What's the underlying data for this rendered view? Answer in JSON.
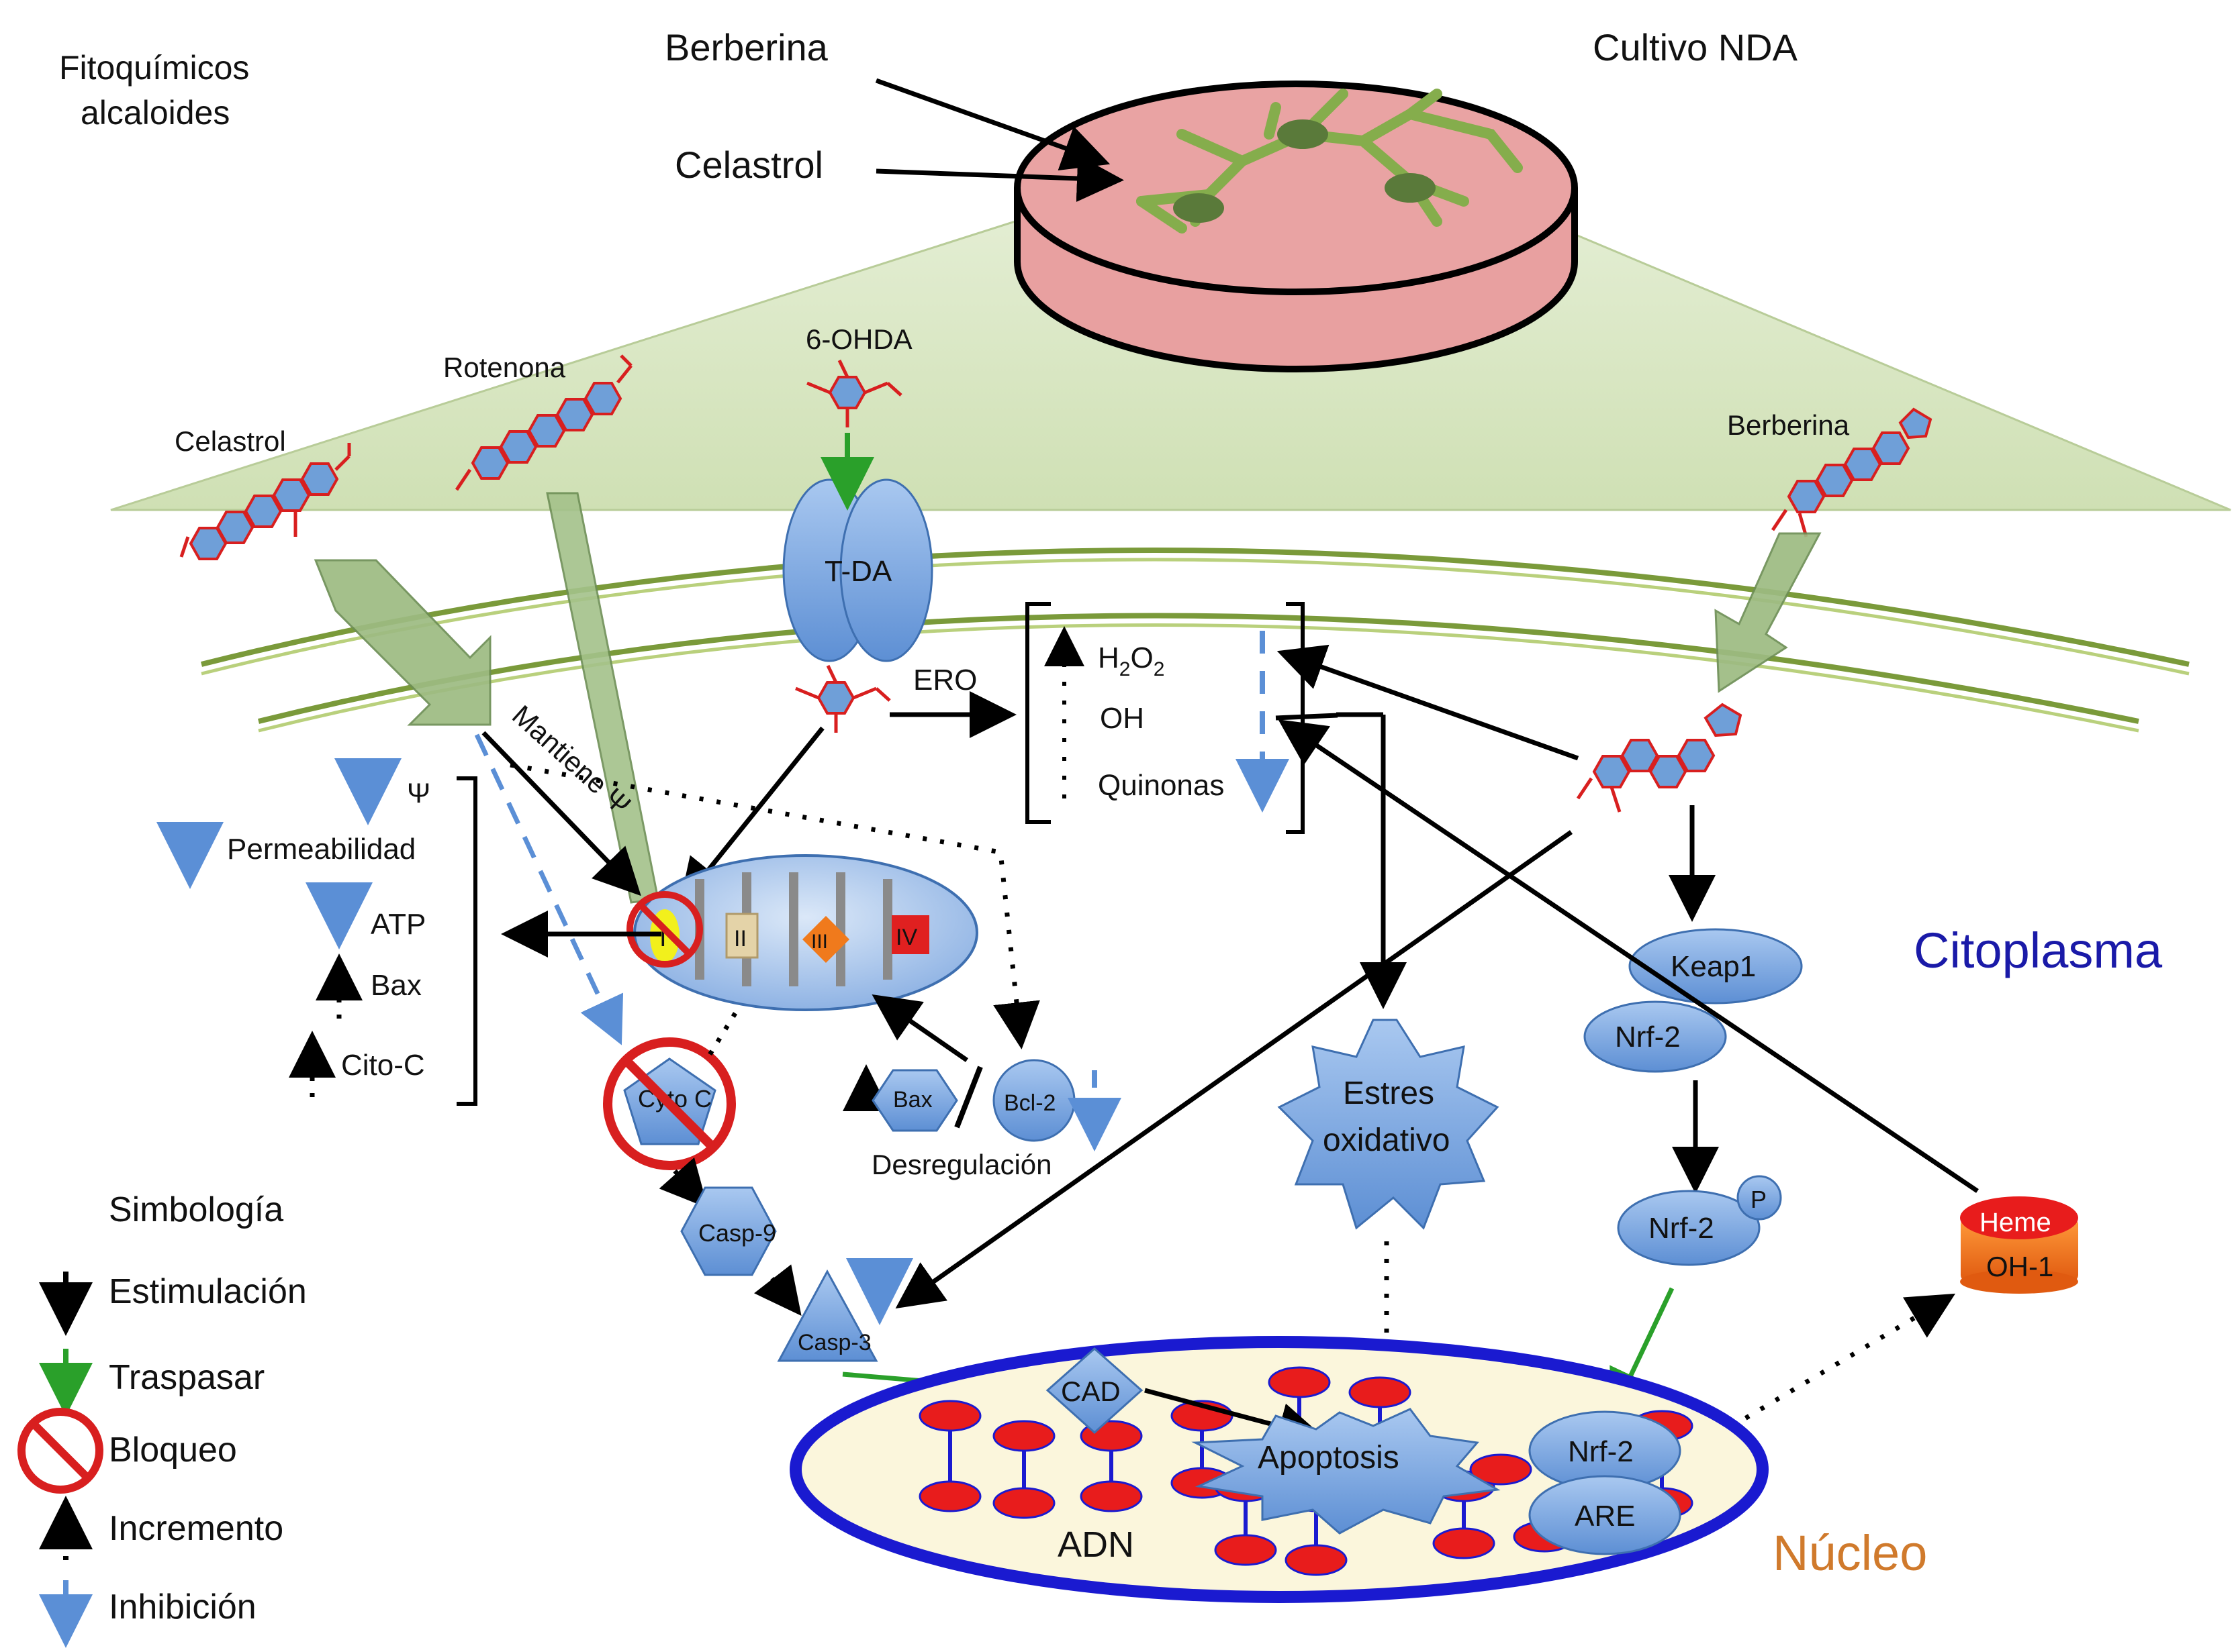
{
  "title": {
    "line1": "Fitoquímicos",
    "line2": "alcaloides"
  },
  "culture": {
    "top_label": "Berberina",
    "mid_label": "Celastrol",
    "dish_label": "Cultivo NDA"
  },
  "compounds": {
    "celastrol": "Celastrol",
    "rotenona": "Rotenona",
    "ohda": "6-OHDA",
    "berberina": "Berberina"
  },
  "transporter": {
    "label": "T-DA"
  },
  "ros": {
    "label": "ERO",
    "h2o2": "H",
    "h2o2_sub": "2",
    "h2o2_o": "O",
    "h2o2_sub2": "2",
    "oh": "OH",
    "quinonas": "Quinonas"
  },
  "mito": {
    "arrow_label": "Mantiene Ψ",
    "complex_1": "I",
    "complex_2": "II",
    "complex_3": "III",
    "complex_4": "IV"
  },
  "effects": {
    "psi": "Ψ",
    "permeabilidad": "Permeabilidad",
    "atp": "ATP",
    "bax": "Bax",
    "cito_c": "Cito-C"
  },
  "apoptosis_path": {
    "cyto_c": "Cyto C",
    "casp9": "Casp-9",
    "casp3": "Casp-3",
    "cad": "CAD",
    "apoptosis": "Apoptosis"
  },
  "regulation": {
    "bax": "Bax",
    "bcl2": "Bcl-2",
    "label": "Desregulación"
  },
  "stress": {
    "line1": "Estres",
    "line2": "oxidativo"
  },
  "nrf_path": {
    "keap1": "Keap1",
    "nrf2": "Nrf-2",
    "nrf2_p": "Nrf-2",
    "p": "P",
    "heme": "Heme",
    "oh1": "OH-1",
    "nrf2_nucleus": "Nrf-2",
    "are": "ARE"
  },
  "regions": {
    "citoplasma": "Citoplasma",
    "nucleo": "Núcleo",
    "adn": "ADN"
  },
  "legend": {
    "title": "Simbología",
    "items": [
      {
        "label": "Estimulación",
        "icon": "black-arrow-down-icon"
      },
      {
        "label": "Traspasar",
        "icon": "green-arrow-down-icon"
      },
      {
        "label": "Bloqueo",
        "icon": "prohibition-icon"
      },
      {
        "label": "Incremento",
        "icon": "dotted-arrow-up-icon"
      },
      {
        "label": "Inhibición",
        "icon": "dashed-blue-arrow-down-icon"
      }
    ]
  },
  "colors": {
    "citoplasma": "#1a1aa8",
    "nucleo": "#d07a2c",
    "membrane": "#7a9a3a",
    "dish_fill": "#e8a0a0",
    "blue_node": "#6f9fd8",
    "green_arrow": "#2aa02a",
    "block_red": "#d81f1f"
  }
}
